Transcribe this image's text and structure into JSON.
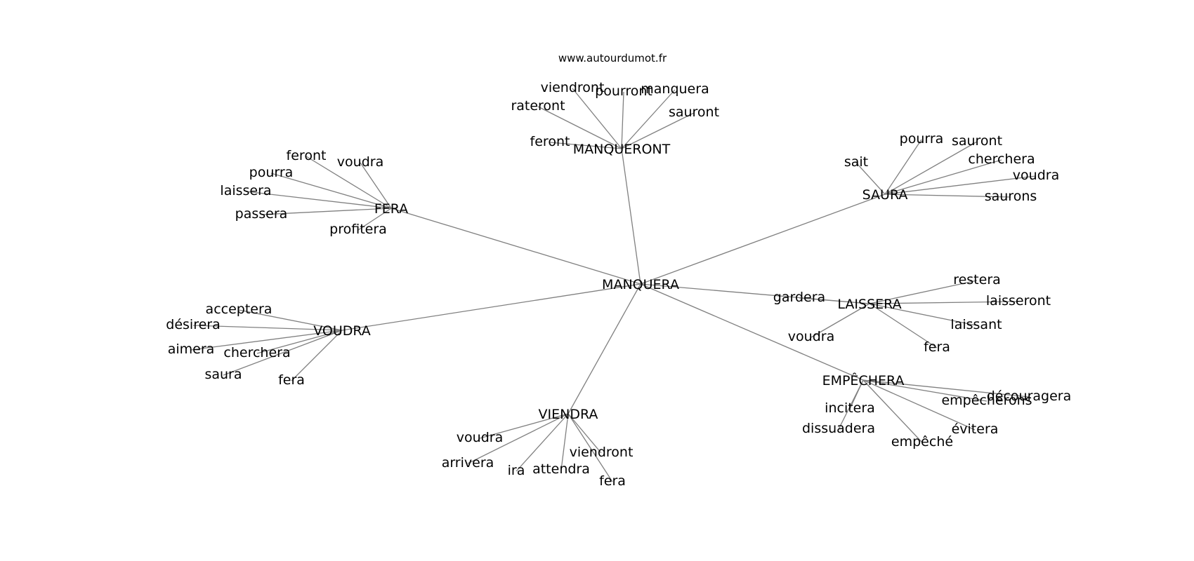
{
  "header": {
    "site_url": "www.autourdumot.fr"
  },
  "graph": {
    "center": "MANQUERA",
    "groups": [
      {
        "hub": "MANQUERONT",
        "leaves": [
          "viendront",
          "pourront",
          "manquera",
          "rateront",
          "sauront",
          "feront"
        ]
      },
      {
        "hub": "FERA",
        "leaves": [
          "feront",
          "voudra",
          "pourra",
          "laissera",
          "passera",
          "profitera"
        ]
      },
      {
        "hub": "SAURA",
        "leaves": [
          "pourra",
          "sauront",
          "sait",
          "cherchera",
          "voudra",
          "saurons"
        ]
      },
      {
        "hub": "LAISSERA",
        "leaves": [
          "restera",
          "laisseront",
          "gardera",
          "laissant",
          "voudra",
          "fera"
        ]
      },
      {
        "hub": "VOUDRA",
        "leaves": [
          "acceptera",
          "désirera",
          "aimera",
          "cherchera",
          "saura",
          "fera"
        ]
      },
      {
        "hub": "EMPÊCHERA",
        "leaves": [
          "découragera",
          "empêcherons",
          "incitera",
          "dissuadera",
          "évitera",
          "empêché"
        ]
      },
      {
        "hub": "VIENDRA",
        "leaves": [
          "voudra",
          "arrivera",
          "viendront",
          "ira",
          "attendra",
          "fera"
        ]
      }
    ]
  }
}
